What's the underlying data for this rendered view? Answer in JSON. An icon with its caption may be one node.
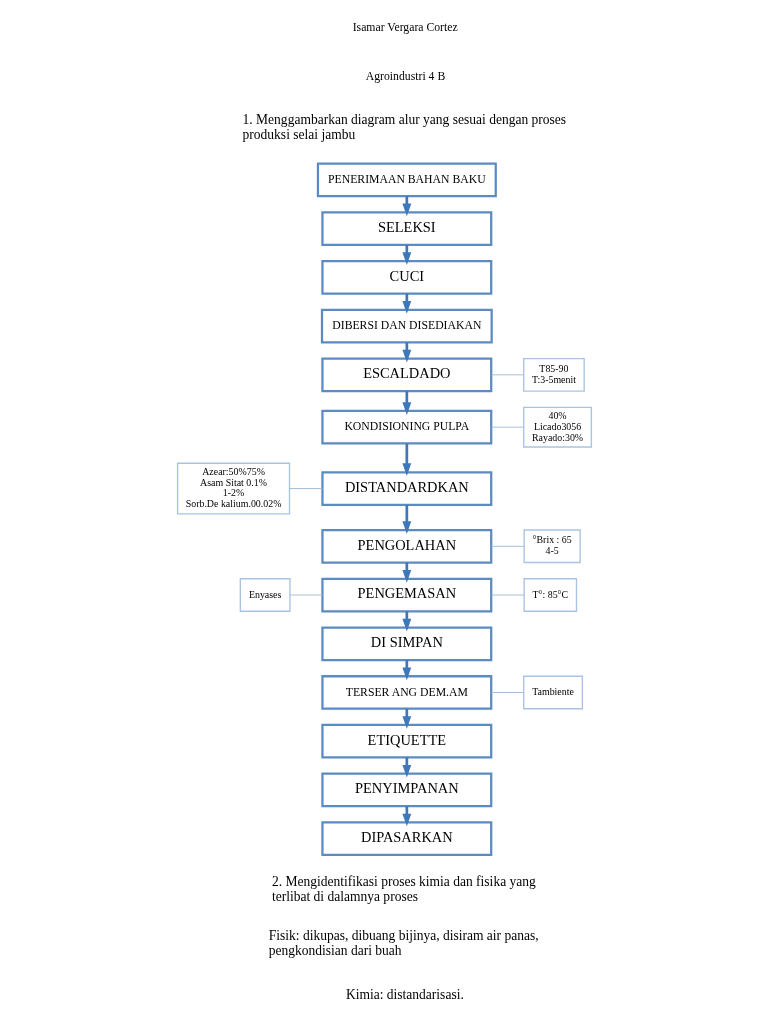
{
  "diagram": {
    "nodes": [
      {
        "text": [
          "PENERIMAAN BAHAN BAKU"
        ]
      },
      {
        "text": [
          "SELEKSI"
        ]
      },
      {
        "text": [
          "CUCI"
        ]
      },
      {
        "text": [
          "DIBERSI DAN DISEDIAKAN"
        ]
      },
      {
        "text": [
          "ESCALDADO"
        ]
      },
      {
        "text": [
          "T85-90",
          "T:3-5menit"
        ]
      },
      {
        "text": [
          "KONDISIONING PULPA"
        ]
      },
      {
        "text": [
          "40%",
          "Licado3056",
          "Rayado:30%"
        ]
      },
      {
        "text": [
          "Azear:50%75%",
          "Asam Sitat 0.1%",
          "1-2%",
          "Sorb.De kalium.00.02%"
        ]
      },
      {
        "text": [
          "DISTANDARDKAN"
        ]
      },
      {
        "text": [
          "PENGOLAHAN"
        ]
      },
      {
        "text": [
          "°Brix : 65",
          "4-5"
        ]
      },
      {
        "text": [
          "Enyases"
        ]
      },
      {
        "text": [
          "PENGEMASAN"
        ]
      },
      {
        "text": [
          "T°: 85°C"
        ]
      },
      {
        "text": [
          "DI SIMPAN"
        ]
      },
      {
        "text": [
          "TERSER ANG DEM.AM"
        ]
      },
      {
        "text": [
          "Tambiente"
        ]
      },
      {
        "text": [
          "ETIQUETTE"
        ]
      },
      {
        "text": [
          "PENYIMPANAN"
        ]
      },
      {
        "text": [
          "DIPASARKAN"
        ]
      }
    ],
    "edges": [
      {
        "from": 0,
        "to": 1,
        "arrow": "to"
      },
      {
        "from": 1,
        "to": 2,
        "arrow": "to"
      },
      {
        "from": 2,
        "to": 3,
        "arrow": "to"
      },
      {
        "from": 3,
        "to": 4,
        "arrow": "to"
      },
      {
        "from": 4,
        "to": 5,
        "arrow": "none",
        "color": "#9fb8d6"
      },
      {
        "from": 4,
        "to": 6,
        "arrow": "to"
      },
      {
        "from": 6,
        "to": 7,
        "arrow": "none",
        "color": "#9fb8d6"
      },
      {
        "from": 6,
        "to": 9,
        "arrow": "to"
      },
      {
        "from": 8,
        "to": 9,
        "arrow": "none",
        "color": "#9fb8d6"
      },
      {
        "from": 9,
        "to": 10,
        "arrow": "to"
      },
      {
        "from": 10,
        "to": 11,
        "arrow": "none",
        "color": "#9fb8d6"
      },
      {
        "from": 10,
        "to": 13,
        "arrow": "to"
      },
      {
        "from": 12,
        "to": 13,
        "arrow": "none",
        "color": "#9fb8d6"
      },
      {
        "from": 13,
        "to": 14,
        "arrow": "none",
        "color": "#9fb8d6"
      },
      {
        "from": 13,
        "to": 15,
        "arrow": "to"
      },
      {
        "from": 15,
        "to": 16,
        "arrow": "to"
      },
      {
        "from": 16,
        "to": 17,
        "arrow": "none",
        "color": "#9fb8d6"
      },
      {
        "from": 16,
        "to": 18,
        "arrow": "to"
      },
      {
        "from": 18,
        "to": 19,
        "arrow": "to"
      },
      {
        "from": 19,
        "to": 20,
        "arrow": "to"
      }
    ],
    "labels": [
      "Isamar Vergara Cortez",
      "Agroindustri 4 B",
      "1. Menggambarkan diagram alur yang sesuai dengan proses produksi selai jambu",
      "2. Mengidentifikasi proses kimia dan fisika yang terlibat di dalamnya proses",
      "Fisik: dikupas, dibuang bijinya, disiram air panas, pengkondisian dari buah",
      "Kimia: distandarisasi."
    ]
  }
}
